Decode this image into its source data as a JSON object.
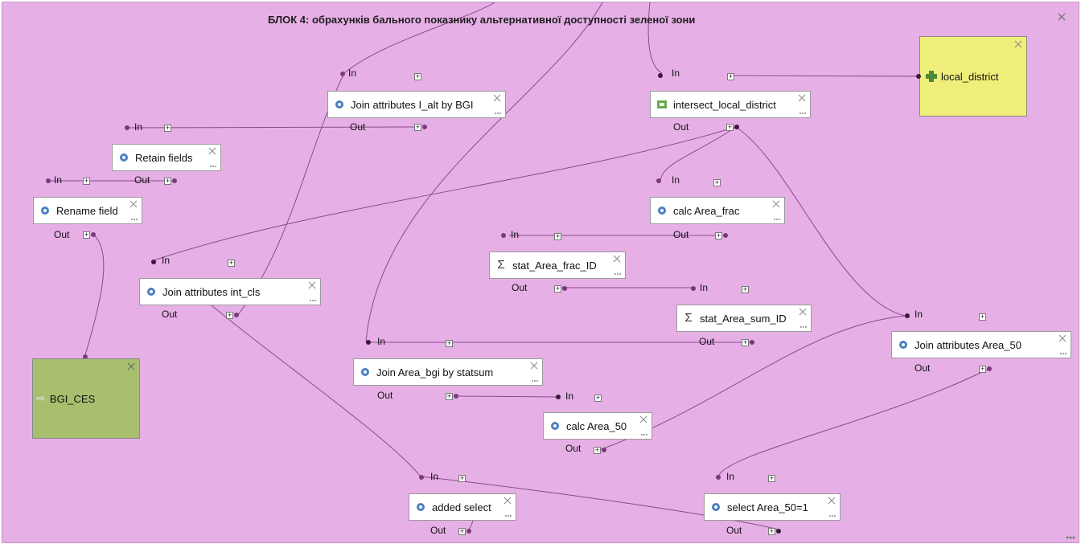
{
  "group": {
    "title": "БЛОК 4: обрахунків бального показнику альтернативної доступності зеленої зони"
  },
  "ports": {
    "in": "In",
    "out": "Out"
  },
  "colors": {
    "canvas": "#e6b0e6",
    "wire": "#8a4a8a",
    "input_node": "#f0ee7a",
    "output_node": "#a8bf6e"
  },
  "nodes": {
    "join_attributes_i_alt": {
      "label": "Join attributes I_alt by BGI",
      "icon": "gear-icon"
    },
    "intersect_local_district": {
      "label": "intersect_local_district",
      "icon": "model-icon"
    },
    "local_district": {
      "label": "local_district",
      "icon": "input-plus-icon"
    },
    "retain_fields": {
      "label": "Retain fields",
      "icon": "gear-icon"
    },
    "rename_field": {
      "label": "Rename field",
      "icon": "gear-icon"
    },
    "calc_area_frac": {
      "label": "calc Area_frac",
      "icon": "gear-icon"
    },
    "stat_area_frac_id": {
      "label": "stat_Area_frac_ID",
      "icon": "sigma-icon"
    },
    "join_attributes_int_cls": {
      "label": "Join attributes int_cls",
      "icon": "gear-icon"
    },
    "stat_area_sum_id": {
      "label": "stat_Area_sum_ID",
      "icon": "sigma-icon"
    },
    "join_attributes_area_50": {
      "label": "Join attributes Area_50",
      "icon": "gear-icon"
    },
    "bgi_ces": {
      "label": "BGI_CES",
      "icon": "output-arrow-icon"
    },
    "join_area_bgi": {
      "label": "Join Area_bgi by statsum",
      "icon": "gear-icon"
    },
    "calc_area_50": {
      "label": "calc Area_50",
      "icon": "gear-icon"
    },
    "added_select": {
      "label": "added select",
      "icon": "gear-icon"
    },
    "select_area_50": {
      "label": "select Area_50=1",
      "icon": "gear-icon"
    }
  }
}
